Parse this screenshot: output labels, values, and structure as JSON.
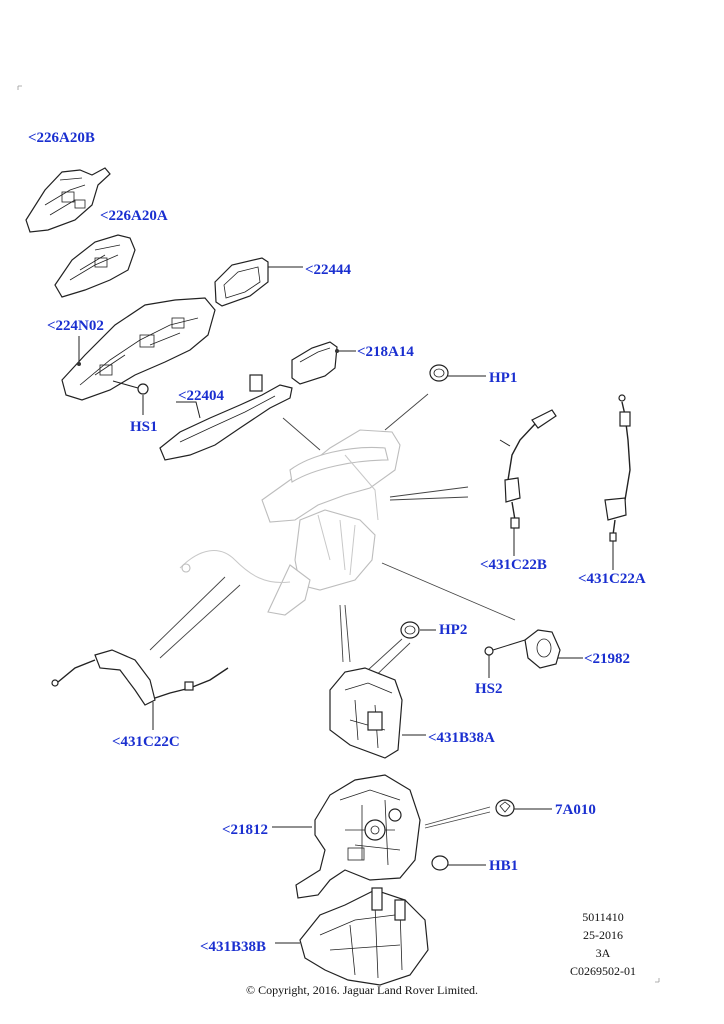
{
  "callouts": {
    "c226A20B": "<226A20B",
    "c226A20A": "<226A20A",
    "c22444": "<22444",
    "c224N02": "<224N02",
    "c218A14": "<218A14",
    "cHP1": "HP1",
    "cHS1": "HS1",
    "c22404": "<22404",
    "c431C22B": "<431C22B",
    "c431C22A": "<431C22A",
    "cHP2": "HP2",
    "c21982": "<21982",
    "cHS2": "HS2",
    "c431C22C": "<431C22C",
    "c431B38A": "<431B38A",
    "c7A010": "7A010",
    "c21812": "<21812",
    "cHB1": "HB1",
    "c431B38B": "<431B38B"
  },
  "meta": {
    "id": "5011410",
    "date": "25-2016",
    "sheet": "3A",
    "code": "C0269502-01"
  },
  "copyright": "© Copyright, 2016. Jaguar Land Rover Limited.",
  "colors": {
    "callout_text": "#1a2fd0",
    "line_art": "#222222",
    "ghost_art": "#bdbdbd"
  }
}
